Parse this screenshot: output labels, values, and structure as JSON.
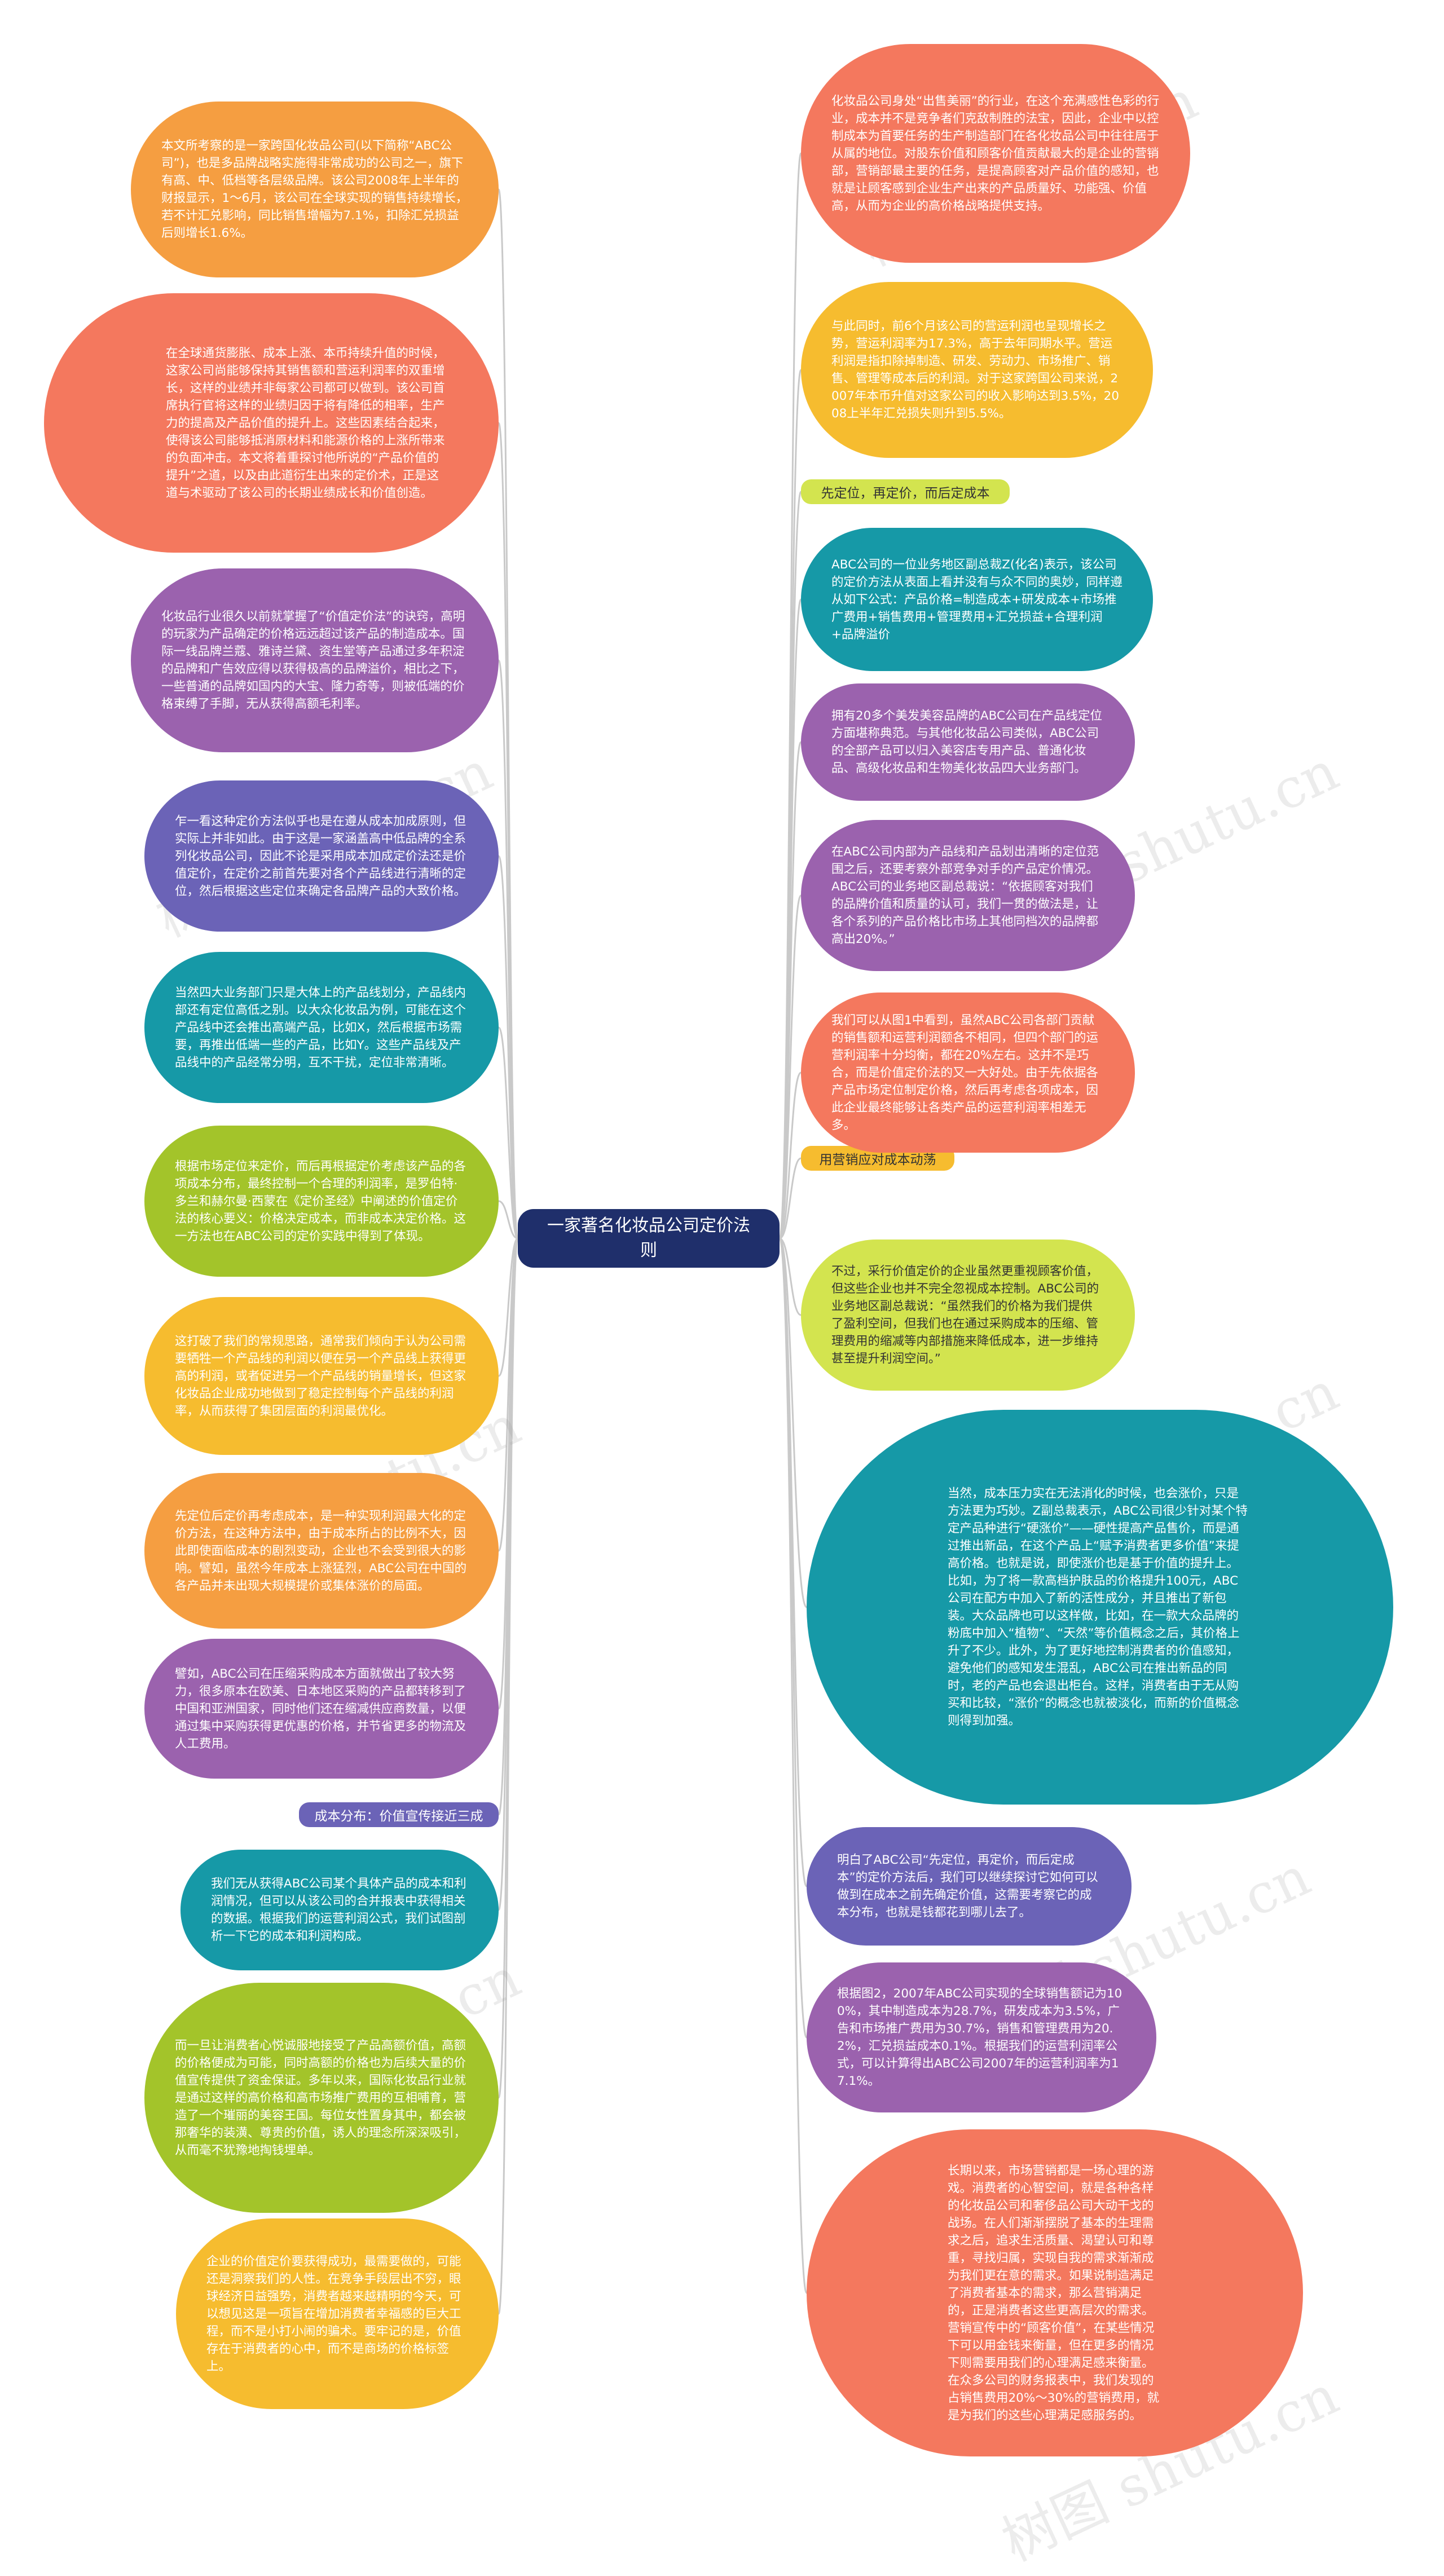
{
  "center": {
    "text": "一家著名化妆品公司定价法则"
  },
  "watermark": "树图 shutu.cn",
  "colors": {
    "orange": "#f59e41",
    "yellow": "#f6bc2f",
    "coral": "#f4785e",
    "purple": "#9b62ae",
    "indigo": "#6b63b7",
    "teal": "#1699a7",
    "green": "#a3c42a",
    "lime": "#d3e44f",
    "line": "#c9c9c9"
  },
  "tags": [
    {
      "text": "先定位，再定价，而后定成本"
    },
    {
      "text": "用营销应对成本动荡"
    },
    {
      "text": "成本分布：价值宣传接近三成"
    }
  ],
  "left_nodes": [
    {
      "text": "本文所考察的是一家跨国化妆品公司(以下简称“ABC公司”)，也是多品牌战略实施得非常成功的公司之一，旗下有高、中、低档等各层级品牌。该公司2008年上半年的财报显示，1～6月，该公司在全球实现的销售持续增长，若不计汇兑影响，同比销售增幅为7.1%，扣除汇兑损益后则增长1.6%。"
    },
    {
      "text": "在全球通货膨胀、成本上涨、本币持续升值的时候，这家公司尚能够保持其销售额和营运利润率的双重增长，这样的业绩并非每家公司都可以做到。该公司首席执行官将这样的业绩归因于将有降低的相率，生产力的提高及产品价值的提升上。这些因素结合起来，使得该公司能够抵消原材料和能源价格的上涨所带来的负面冲击。本文将着重探讨他所说的“产品价值的提升”之道，以及由此道衍生出来的定价术，正是这道与术驱动了该公司的长期业绩成长和价值创造。"
    },
    {
      "text": "化妆品行业很久以前就掌握了“价值定价法”的诀窍，高明的玩家为产品确定的价格远远超过该产品的制造成本。国际一线品牌兰蔻、雅诗兰黛、资生堂等产品通过多年积淀的品牌和广告效应得以获得极高的品牌溢价，相比之下，一些普通的品牌如国内的大宝、隆力奇等，则被低端的价格束缚了手脚，无从获得高额毛利率。"
    },
    {
      "text": "乍一看这种定价方法似乎也是在遵从成本加成原则，但实际上并非如此。由于这是一家涵盖高中低品牌的全系列化妆品公司，因此不论是采用成本加成定价法还是价值定价，在定价之前首先要对各个产品线进行清晰的定位，然后根据这些定位来确定各品牌产品的大致价格。"
    },
    {
      "text": "当然四大业务部门只是大体上的产品线划分，产品线内部还有定位高低之别。以大众化妆品为例，可能在这个产品线中还会推出高端产品，比如X，然后根据市场需要，再推出低端一些的产品，比如Y。这些产品线及产品线中的产品经常分明，互不干扰，定位非常清晰。"
    },
    {
      "text": "根据市场定位来定价，而后再根据定价考虑该产品的各项成本分布，最终控制一个合理的利润率，是罗伯特·多兰和赫尔曼·西蒙在《定价圣经》中阐述的价值定价法的核心要义：价格决定成本，而非成本决定价格。这一方法也在ABC公司的定价实践中得到了体现。"
    },
    {
      "text": "这打破了我们的常规思路，通常我们倾向于认为公司需要牺牲一个产品线的利润以便在另一个产品线上获得更高的利润，或者促进另一个产品线的销量增长，但这家化妆品企业成功地做到了稳定控制每个产品线的利润率，从而获得了集团层面的利润最优化。"
    },
    {
      "text": "先定位后定价再考虑成本，是一种实现利润最大化的定价方法，在这种方法中，由于成本所占的比例不大，因此即使面临成本的剧烈变动，企业也不会受到很大的影响。譬如，虽然今年成本上涨猛烈，ABC公司在中国的各产品并未出现大规模提价或集体涨价的局面。"
    },
    {
      "text": "譬如，ABC公司在压缩采购成本方面就做出了较大努力，很多原本在欧美、日本地区采购的产品都转移到了中国和亚洲国家，同时他们还在缩减供应商数量，以便通过集中采购获得更优惠的价格，并节省更多的物流及人工费用。"
    },
    {
      "text": "我们无从获得ABC公司某个具体产品的成本和利润情况，但可以从该公司的合并报表中获得相关的数据。根据我们的运营利润公式，我们试图剖析一下它的成本和利润构成。"
    },
    {
      "text": "而一旦让消费者心悦诚服地接受了产品高额价值，高额的价格便成为可能，同时高额的价格也为后续大量的价值宣传提供了资金保证。多年以来，国际化妆品行业就是通过这样的高价格和高市场推广费用的互相哺育，营造了一个璀丽的美容王国。每位女性置身其中，都会被那奢华的装潢、尊贵的价值，诱人的理念所深深吸引，从而毫不犹豫地掏钱埋单。"
    },
    {
      "text": "企业的价值定价要获得成功，最需要做的，可能还是洞察我们的人性。在竞争手段层出不穷，眼球经济日益强势，消费者越来越精明的今天，可以想见这是一项旨在增加消费者幸福感的巨大工程，而不是小打小闹的骗术。要牢记的是，价值存在于消费者的心中，而不是商场的价格标签上。"
    }
  ],
  "right_nodes": [
    {
      "text": "化妆品公司身处“出售美丽”的行业，在这个充满感性色彩的行业，成本并不是竞争者们克敌制胜的法宝，因此，企业中以控制成本为首要任务的生产制造部门在各化妆品公司中往往居于从属的地位。对股东价值和顾客价值贡献最大的是企业的营销部，营销部最主要的任务，是提高顾客对产品价值的感知，也就是让顾客感到企业生产出来的产品质量好、功能强、价值高，从而为企业的高价格战略提供支持。"
    },
    {
      "text": "与此同时，前6个月该公司的营运利润也呈现增长之势，营运利润率为17.3%，高于去年同期水平。营运利润是指扣除掉制造、研发、劳动力、市场推广、销售、管理等成本后的利润。对于这家跨国公司来说，2007年本币升值对这家公司的收入影响达到3.5%，2008上半年汇兑损失则升到5.5%。"
    },
    {
      "text": "ABC公司的一位业务地区副总裁Z(化名)表示，该公司的定价方法从表面上看并没有与众不同的奥妙，同样遵从如下公式：产品价格=制造成本+研发成本+市场推广费用+销售费用+管理费用+汇兑损益+合理利润+品牌溢价"
    },
    {
      "text": "拥有20多个美发美容品牌的ABC公司在产品线定位方面堪称典范。与其他化妆品公司类似，ABC公司的全部产品可以归入美容店专用产品、普通化妆品、高级化妆品和生物美化妆品四大业务部门。"
    },
    {
      "text": "在ABC公司内部为产品线和产品划出清晰的定位范围之后，还要考察外部竞争对手的产品定价情况。ABC公司的业务地区副总裁说：“依据顾客对我们的品牌价值和质量的认可，我们一贯的做法是，让各个系列的产品价格比市场上其他同档次的品牌都高出20%。”"
    },
    {
      "text": "我们可以从图1中看到，虽然ABC公司各部门贡献的销售额和运营利润额各不相同，但四个部门的运营利润率十分均衡，都在20%左右。这并不是巧合，而是价值定价法的又一大好处。由于先依据各产品市场定位制定价格，然后再考虑各项成本，因此企业最终能够让各类产品的运营利润率相差无多。"
    },
    {
      "text": "不过，采行价值定价的企业虽然更重视顾客价值，但这些企业也并不完全忽视成本控制。ABC公司的业务地区副总裁说：“虽然我们的价格为我们提供了盈利空间，但我们也在通过采购成本的压缩、管理费用的缩减等内部措施来降低成本，进一步维持甚至提升利润空间。”"
    },
    {
      "text": "当然，成本压力实在无法消化的时候，也会涨价，只是方法更为巧妙。Z副总裁表示，ABC公司很少针对某个特定产品种进行“硬涨价”——硬性提高产品售价，而是通过推出新品，在这个产品上“赋予消费者更多价值”来提高价格。也就是说，即使涨价也是基于价值的提升上。比如，为了将一款高档护肤品的价格提升100元，ABC公司在配方中加入了新的活性成分，并且推出了新包装。大众品牌也可以这样做，比如，在一款大众品牌的粉底中加入“植物”、“天然”等价值概念之后，其价格上升了不少。此外，为了更好地控制消费者的价值感知，避免他们的感知发生混乱，ABC公司在推出新品的同时，老的产品也会退出柜台。这样，消费者由于无从购买和比较，“涨价”的概念也就被淡化，而新的价值概念则得到加强。"
    },
    {
      "text": "明白了ABC公司“先定位，再定价，而后定成本”的定价方法后，我们可以继续探讨它如何可以做到在成本之前先确定价值，这需要考察它的成本分布，也就是钱都花到哪儿去了。"
    },
    {
      "text": "根据图2，2007年ABC公司实现的全球销售额记为100%，其中制造成本为28.7%，研发成本为3.5%，广告和市场推广费用为30.7%，销售和管理费用为20.2%，汇兑损益成本0.1%。根据我们的运营利润率公式，可以计算得出ABC公司2007年的运营利润率为17.1%。"
    },
    {
      "text": "长期以来，市场营销都是一场心理的游戏。消费者的心智空间，就是各种各样的化妆品公司和奢侈品公司大动干戈的战场。在人们渐渐摆脱了基本的生理需求之后，追求生活质量、渴望认可和尊重，寻找归属，实现自我的需求渐渐成为我们更在意的需求。如果说制造满足了消费者基本的需求，那么营销满足的，正是消费者这些更高层次的需求。营销宣传中的“顾客价值”，在某些情况下可以用金钱来衡量，但在更多的情况下则需要用我们的心理满足感来衡量。在众多公司的财务报表中，我们发现的占销售费用20%～30%的营销费用，就是为我们的这些心理满足感服务的。"
    }
  ]
}
